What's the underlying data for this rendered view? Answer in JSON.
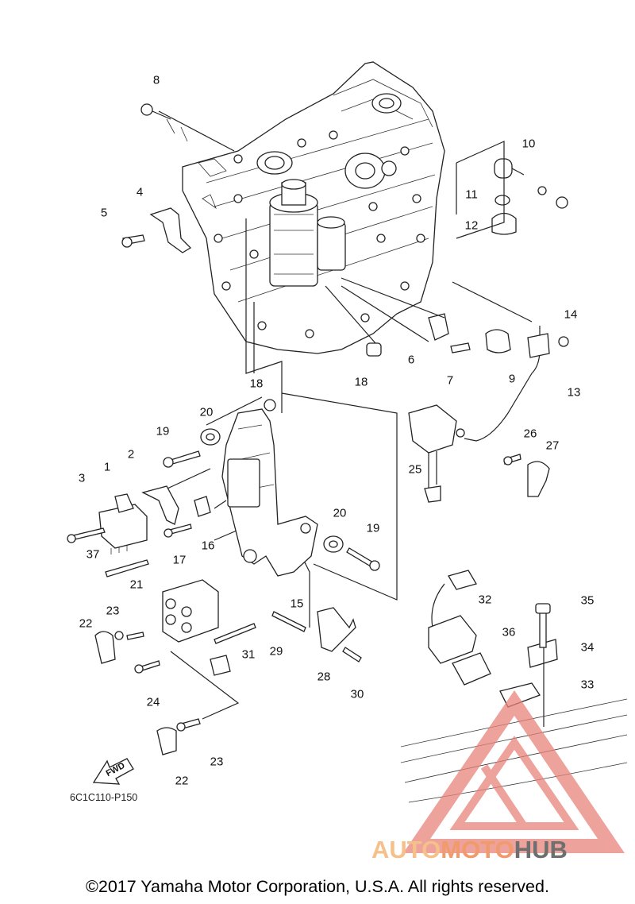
{
  "diagram_code": "6C1C110-P150",
  "copyright": "©2017 Yamaha Motor Corporation, U.S.A. All rights reserved.",
  "watermark": {
    "part1": "AUTO",
    "part2": "MOTO",
    "part3": "HUB"
  },
  "fwd_label": "FWD",
  "callouts": {
    "c1": "1",
    "c2": "2",
    "c3": "3",
    "c4": "4",
    "c5": "5",
    "c6": "6",
    "c7": "7",
    "c8": "8",
    "c9": "9",
    "c10": "10",
    "c11": "11",
    "c12": "12",
    "c13": "13",
    "c14": "14",
    "c15": "15",
    "c16": "16",
    "c17": "17",
    "c18a": "18",
    "c18b": "18",
    "c19a": "19",
    "c19b": "19",
    "c20a": "20",
    "c20b": "20",
    "c21": "21",
    "c22a": "22",
    "c22b": "22",
    "c23a": "23",
    "c23b": "23",
    "c24": "24",
    "c25": "25",
    "c26": "26",
    "c27": "27",
    "c28": "28",
    "c29": "29",
    "c30": "30",
    "c31": "31",
    "c32": "32",
    "c33": "33",
    "c34": "34",
    "c35": "35",
    "c36": "36",
    "c37": "37"
  },
  "colors": {
    "line": "#222222",
    "watermark_red": "#e8837a",
    "logo_gray": "#6f6f6f"
  }
}
